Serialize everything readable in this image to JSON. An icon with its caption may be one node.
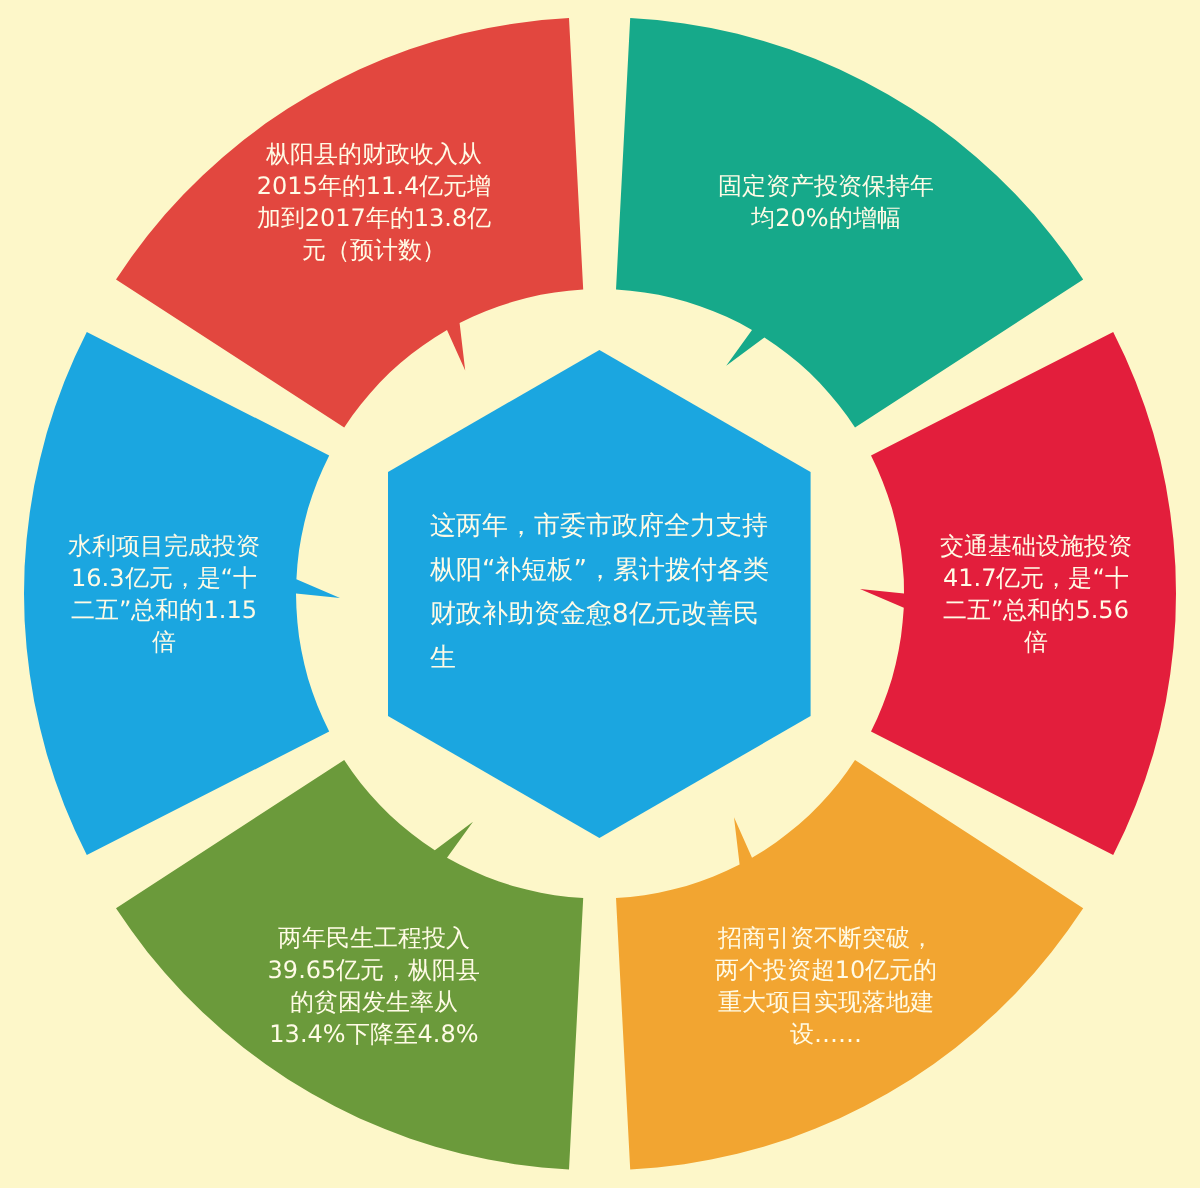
{
  "diagram": {
    "nodes": [
      {
        "text": [
          "枞阳县的财政收入从2015年的11.4亿元增加到2017年的13.8亿元（预计数）"
        ]
      },
      {
        "text": [
          "固定资产投资保持年均20%的增幅"
        ]
      },
      {
        "text": [
          "水利项目完成投资16.3亿元，是“十二五”总和的1.15倍"
        ]
      },
      {
        "text": [
          "这两年，市委市政府全力支持枞阳“补短板”，累计拨付各类财政补助资金愈8亿元改善民生"
        ]
      },
      {
        "text": [
          "交通基础设施投资41.7亿元，是“十二五”总和的5.56倍"
        ]
      },
      {
        "text": [
          "两年民生工程投入39.65亿元，枞阳县的贫困发生率从13.4%下降至4.8%"
        ]
      },
      {
        "text": [
          "招商引资不断突破，两个投资超10亿元的重大项目实现落地建设……"
        ]
      }
    ]
  }
}
